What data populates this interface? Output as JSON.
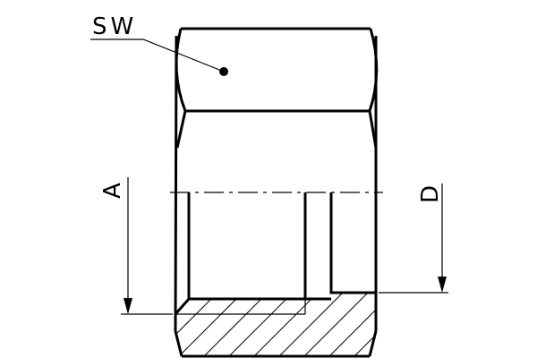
{
  "drawing": {
    "type": "technical-section-drawing",
    "subject": "hex nut with internal bore (half section)",
    "labels": {
      "sw": "SW",
      "a": "A",
      "d": "D"
    },
    "colors": {
      "line": "#000000",
      "background": "#ffffff"
    }
  }
}
